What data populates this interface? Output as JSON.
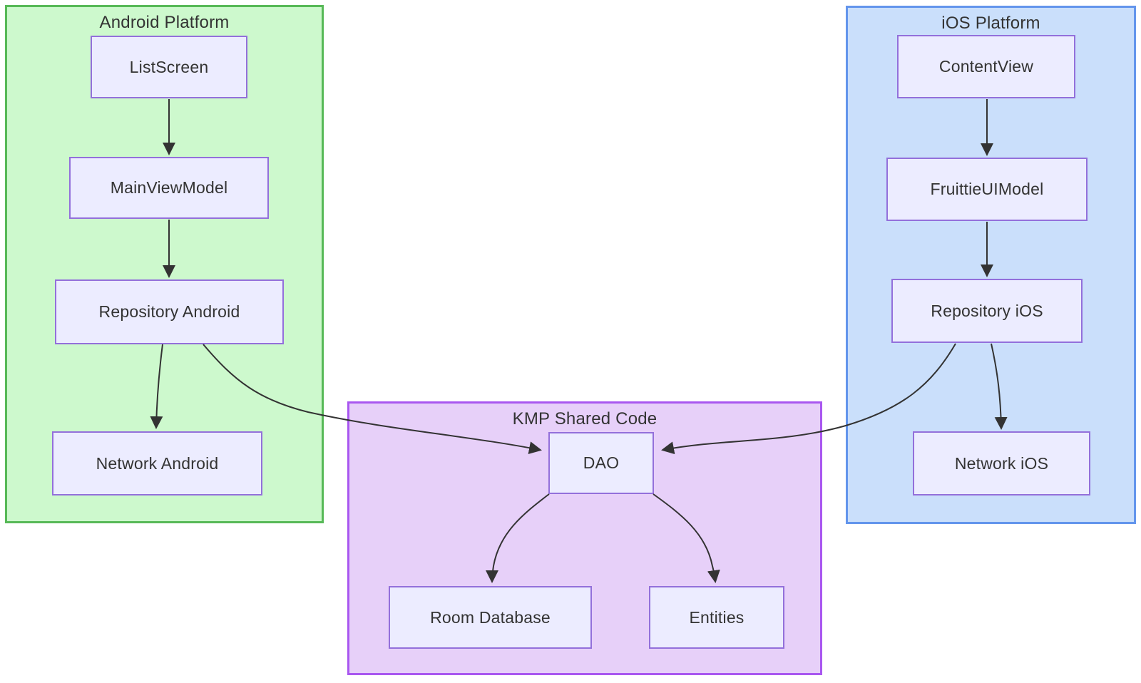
{
  "diagram": {
    "type": "flowchart",
    "subgraphs": {
      "android": {
        "title": "Android Platform"
      },
      "kmp": {
        "title": "KMP Shared Code"
      },
      "ios": {
        "title": "iOS Platform"
      }
    },
    "nodes": {
      "listscreen": {
        "label": "ListScreen",
        "subgraph": "android"
      },
      "mainviewmodel": {
        "label": "MainViewModel",
        "subgraph": "android"
      },
      "repository_android": {
        "label": "Repository Android",
        "subgraph": "android"
      },
      "network_android": {
        "label": "Network Android",
        "subgraph": "android"
      },
      "contentview": {
        "label": "ContentView",
        "subgraph": "ios"
      },
      "fruittieuimodel": {
        "label": "FruittieUIModel",
        "subgraph": "ios"
      },
      "repository_ios": {
        "label": "Repository iOS",
        "subgraph": "ios"
      },
      "network_ios": {
        "label": "Network iOS",
        "subgraph": "ios"
      },
      "dao": {
        "label": "DAO",
        "subgraph": "kmp"
      },
      "room_database": {
        "label": "Room Database",
        "subgraph": "kmp"
      },
      "entities": {
        "label": "Entities",
        "subgraph": "kmp"
      }
    },
    "edges": [
      {
        "from": "listscreen",
        "to": "mainviewmodel"
      },
      {
        "from": "mainviewmodel",
        "to": "repository_android"
      },
      {
        "from": "repository_android",
        "to": "network_android"
      },
      {
        "from": "repository_android",
        "to": "dao"
      },
      {
        "from": "contentview",
        "to": "fruittieuimodel"
      },
      {
        "from": "fruittieuimodel",
        "to": "repository_ios"
      },
      {
        "from": "repository_ios",
        "to": "network_ios"
      },
      {
        "from": "repository_ios",
        "to": "dao"
      },
      {
        "from": "dao",
        "to": "room_database"
      },
      {
        "from": "dao",
        "to": "entities"
      }
    ],
    "colors": {
      "android_fill": "#cdf9cd",
      "android_border": "#57b957",
      "kmp_fill": "#e7d0f9",
      "kmp_border": "#a957f0",
      "ios_fill": "#cadffb",
      "ios_border": "#6395ec",
      "node_fill": "#ececff",
      "node_border": "#9370db",
      "text": "#333333",
      "edge": "#333333"
    }
  }
}
